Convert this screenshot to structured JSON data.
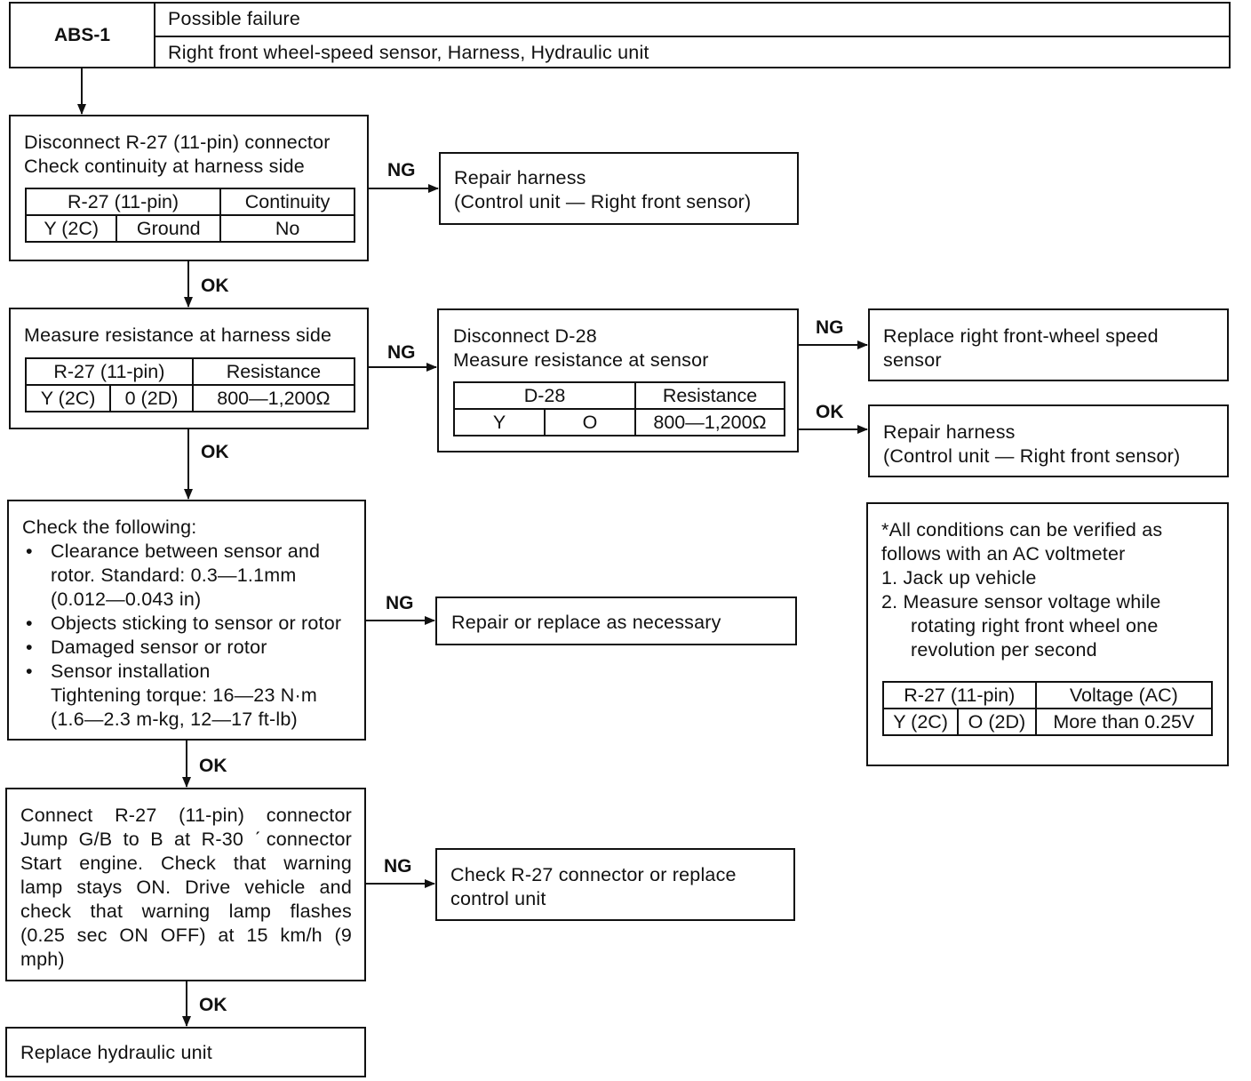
{
  "header": {
    "code": "ABS-1",
    "possible_failure_label": "Possible failure",
    "possible_failure_text": "Right front wheel-speed sensor, Harness, Hydraulic unit"
  },
  "step1": {
    "line1": "Disconnect R-27 (11-pin) connector",
    "line2": "Check continuity at harness side",
    "table": {
      "col1": "R-27 (11-pin)",
      "col2": "Continuity",
      "pin_a": "Y (2C)",
      "pin_b": "Ground",
      "value": "No"
    },
    "ng_action": {
      "line1": "Repair harness",
      "line2": "(Control unit — Right front sensor)"
    }
  },
  "step2": {
    "line1": "Measure resistance at harness side",
    "table": {
      "col1": "R-27 (11-pin)",
      "col2": "Resistance",
      "pin_a": "Y (2C)",
      "pin_b": "0 (2D)",
      "value": "800—1,200Ω"
    },
    "ng_check": {
      "line1": "Disconnect D-28",
      "line2": "Measure resistance at sensor",
      "table": {
        "col1": "D-28",
        "col2": "Resistance",
        "pin_a": "Y",
        "pin_b": "O",
        "value": "800—1,200Ω"
      },
      "ng_action": {
        "line1": "Replace right front-wheel speed",
        "line2": "sensor"
      },
      "ok_action": {
        "line1": "Repair harness",
        "line2": "(Control unit — Right front sensor)"
      }
    }
  },
  "step3": {
    "intro": "Check the following:",
    "bullet": "•",
    "items": [
      {
        "l1": "Clearance between sensor and",
        "l2": "rotor. Standard: 0.3—1.1mm",
        "l3": "(0.012—0.043 in)"
      },
      {
        "l1": "Objects sticking to sensor or rotor"
      },
      {
        "l1": "Damaged sensor or rotor"
      },
      {
        "l1": "Sensor installation",
        "l2": "Tightening torque: 16—23 N·m",
        "l3": "(1.6—2.3 m-kg, 12—17 ft-lb)"
      }
    ],
    "ng_action": "Repair or replace as necessary"
  },
  "step4": {
    "lines": [
      "Connect R-27 (11-pin) connector",
      "Jump G/B to B at R-30 ˊconnector",
      "Start engine. Check that warning",
      "lamp stays ON. Drive vehicle and",
      "check that warning lamp flashes",
      "(0.25 sec ON OFF) at 15 km/h (9",
      "mph)"
    ],
    "ng_action": {
      "line1": "Check R-27 connector or replace",
      "line2": "control unit"
    }
  },
  "final": "Replace hydraulic unit",
  "note": {
    "line1": "*All conditions can be verified as",
    "line2": "follows with an AC voltmeter",
    "item1": "1. Jack up vehicle",
    "item2_l1": "2. Measure sensor voltage while",
    "item2_l2": "rotating right front wheel one",
    "item2_l3": "revolution per second",
    "table": {
      "col1": "R-27 (11-pin)",
      "col2": "Voltage (AC)",
      "pin_a": "Y (2C)",
      "pin_b": "O (2D)",
      "value": "More than 0.25V"
    }
  },
  "labels": {
    "ok": "OK",
    "ng": "NG"
  }
}
